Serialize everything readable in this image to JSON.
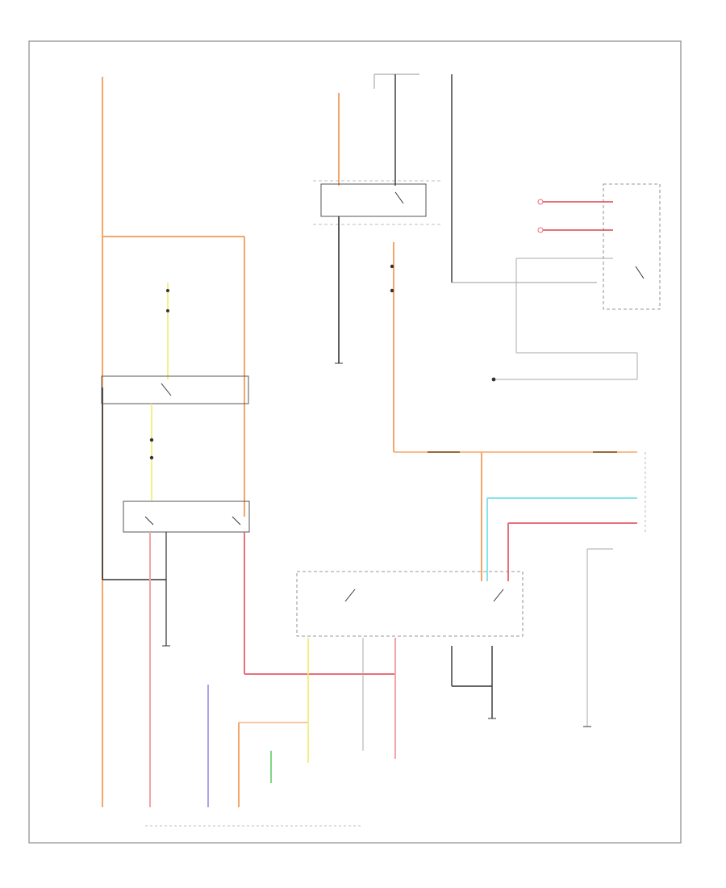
{
  "diagram": {
    "figure_code": "",
    "colors": {
      "orange": "#f4a56a",
      "pink": "#f4a3a8",
      "red": "#e8707a",
      "yellow": "#f1ec6a",
      "cyan": "#88e4ea",
      "blue": "#a8a4ee",
      "green": "#7ed687",
      "wire_black": "#333333",
      "wire_gray": "#9a9a9a",
      "frame": "#8a8a8a"
    },
    "labels": [
      {
        "id": "src1",
        "text": ""
      },
      {
        "id": "src2",
        "text": ""
      },
      {
        "id": "bcm1",
        "text": ""
      },
      {
        "id": "bcm2",
        "text": ""
      },
      {
        "id": "relay1",
        "text": ""
      },
      {
        "id": "relay2",
        "text": ""
      },
      {
        "id": "relay3",
        "text": ""
      },
      {
        "id": "switch1",
        "text": ""
      },
      {
        "id": "g1",
        "text": ""
      },
      {
        "id": "g2",
        "text": ""
      },
      {
        "id": "g3",
        "text": ""
      },
      {
        "id": "g4",
        "text": ""
      },
      {
        "id": "g5",
        "text": ""
      }
    ]
  }
}
